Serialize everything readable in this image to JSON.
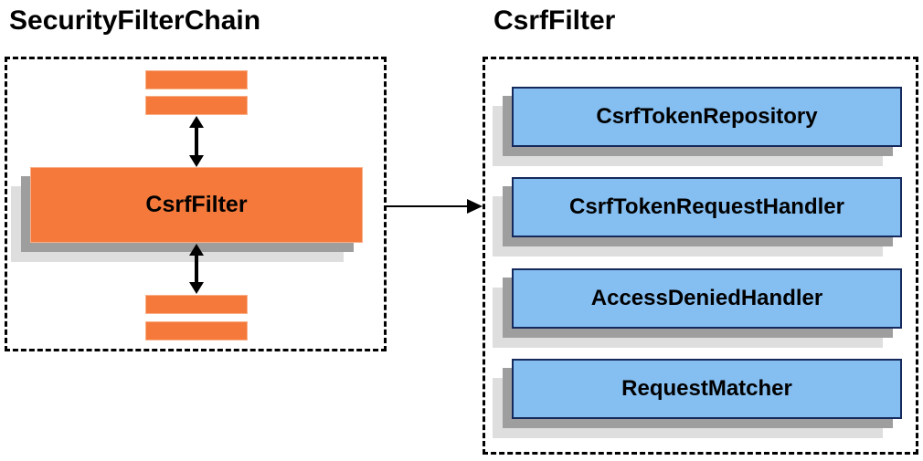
{
  "diagram": {
    "left": {
      "title": "SecurityFilterChain",
      "filter_label": "CsrfFilter"
    },
    "right": {
      "title": "CsrfFilter",
      "components": [
        "CsrfTokenRepository",
        "CsrfTokenRequestHandler",
        "AccessDeniedHandler",
        "RequestMatcher"
      ]
    },
    "colors": {
      "orange_fill": "#F4793B",
      "blue_fill": "#85BEF0",
      "blue_border": "#16295C",
      "shadow_dark": "#9E9E9E",
      "shadow_light": "#DEDEDE",
      "dashed_border": "#000000",
      "arrow": "#000000"
    }
  }
}
